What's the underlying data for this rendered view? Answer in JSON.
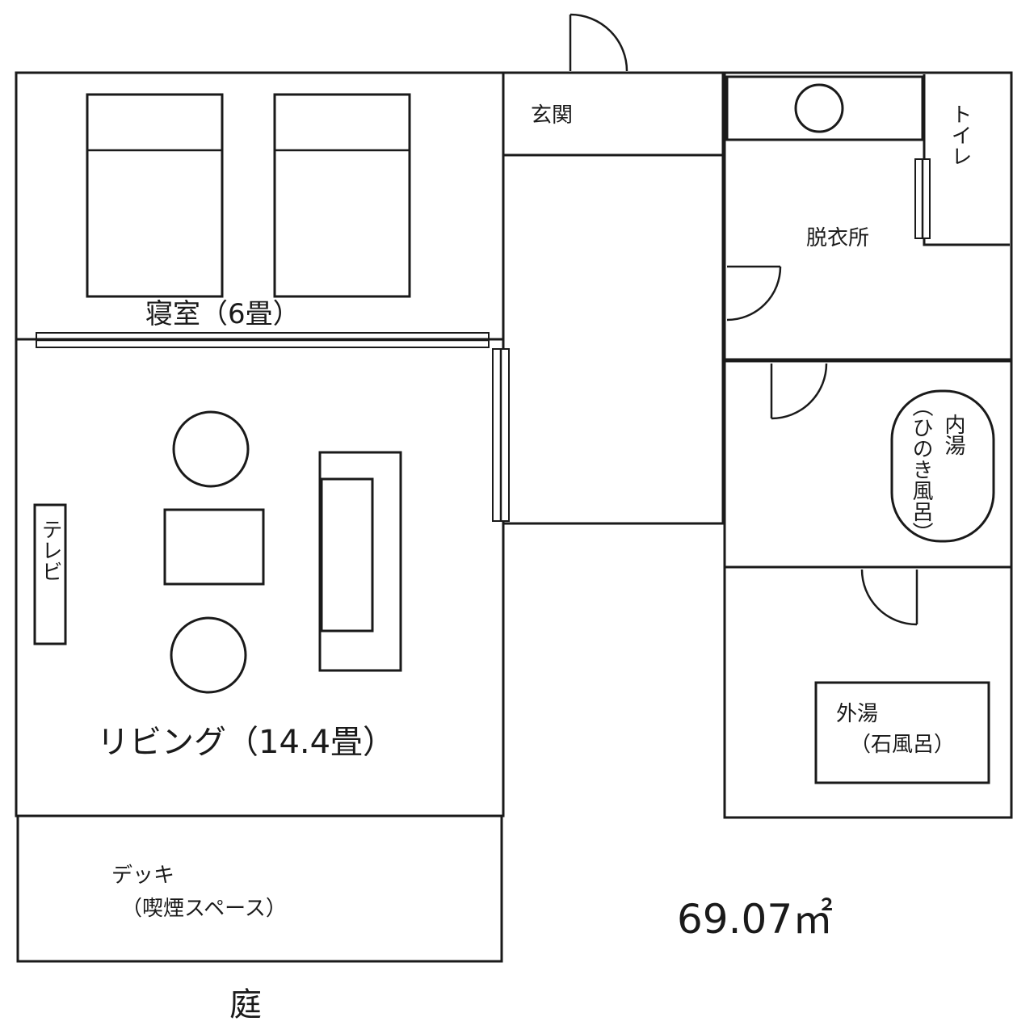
{
  "rooms": {
    "bedroom": "寝室（6畳）",
    "living": "リビング（14.4畳）",
    "entrance": "玄関",
    "dressing": "脱衣所",
    "toilet": "トイレ",
    "inner_bath": "内湯",
    "inner_bath_note": "（ひのき風呂）",
    "outer_bath": "外湯",
    "outer_bath_note": "（石風呂）",
    "deck": "デッキ",
    "deck_note": "（喫煙スペース）",
    "tv": "テレビ"
  },
  "area": "69.07㎡",
  "garden": "庭"
}
